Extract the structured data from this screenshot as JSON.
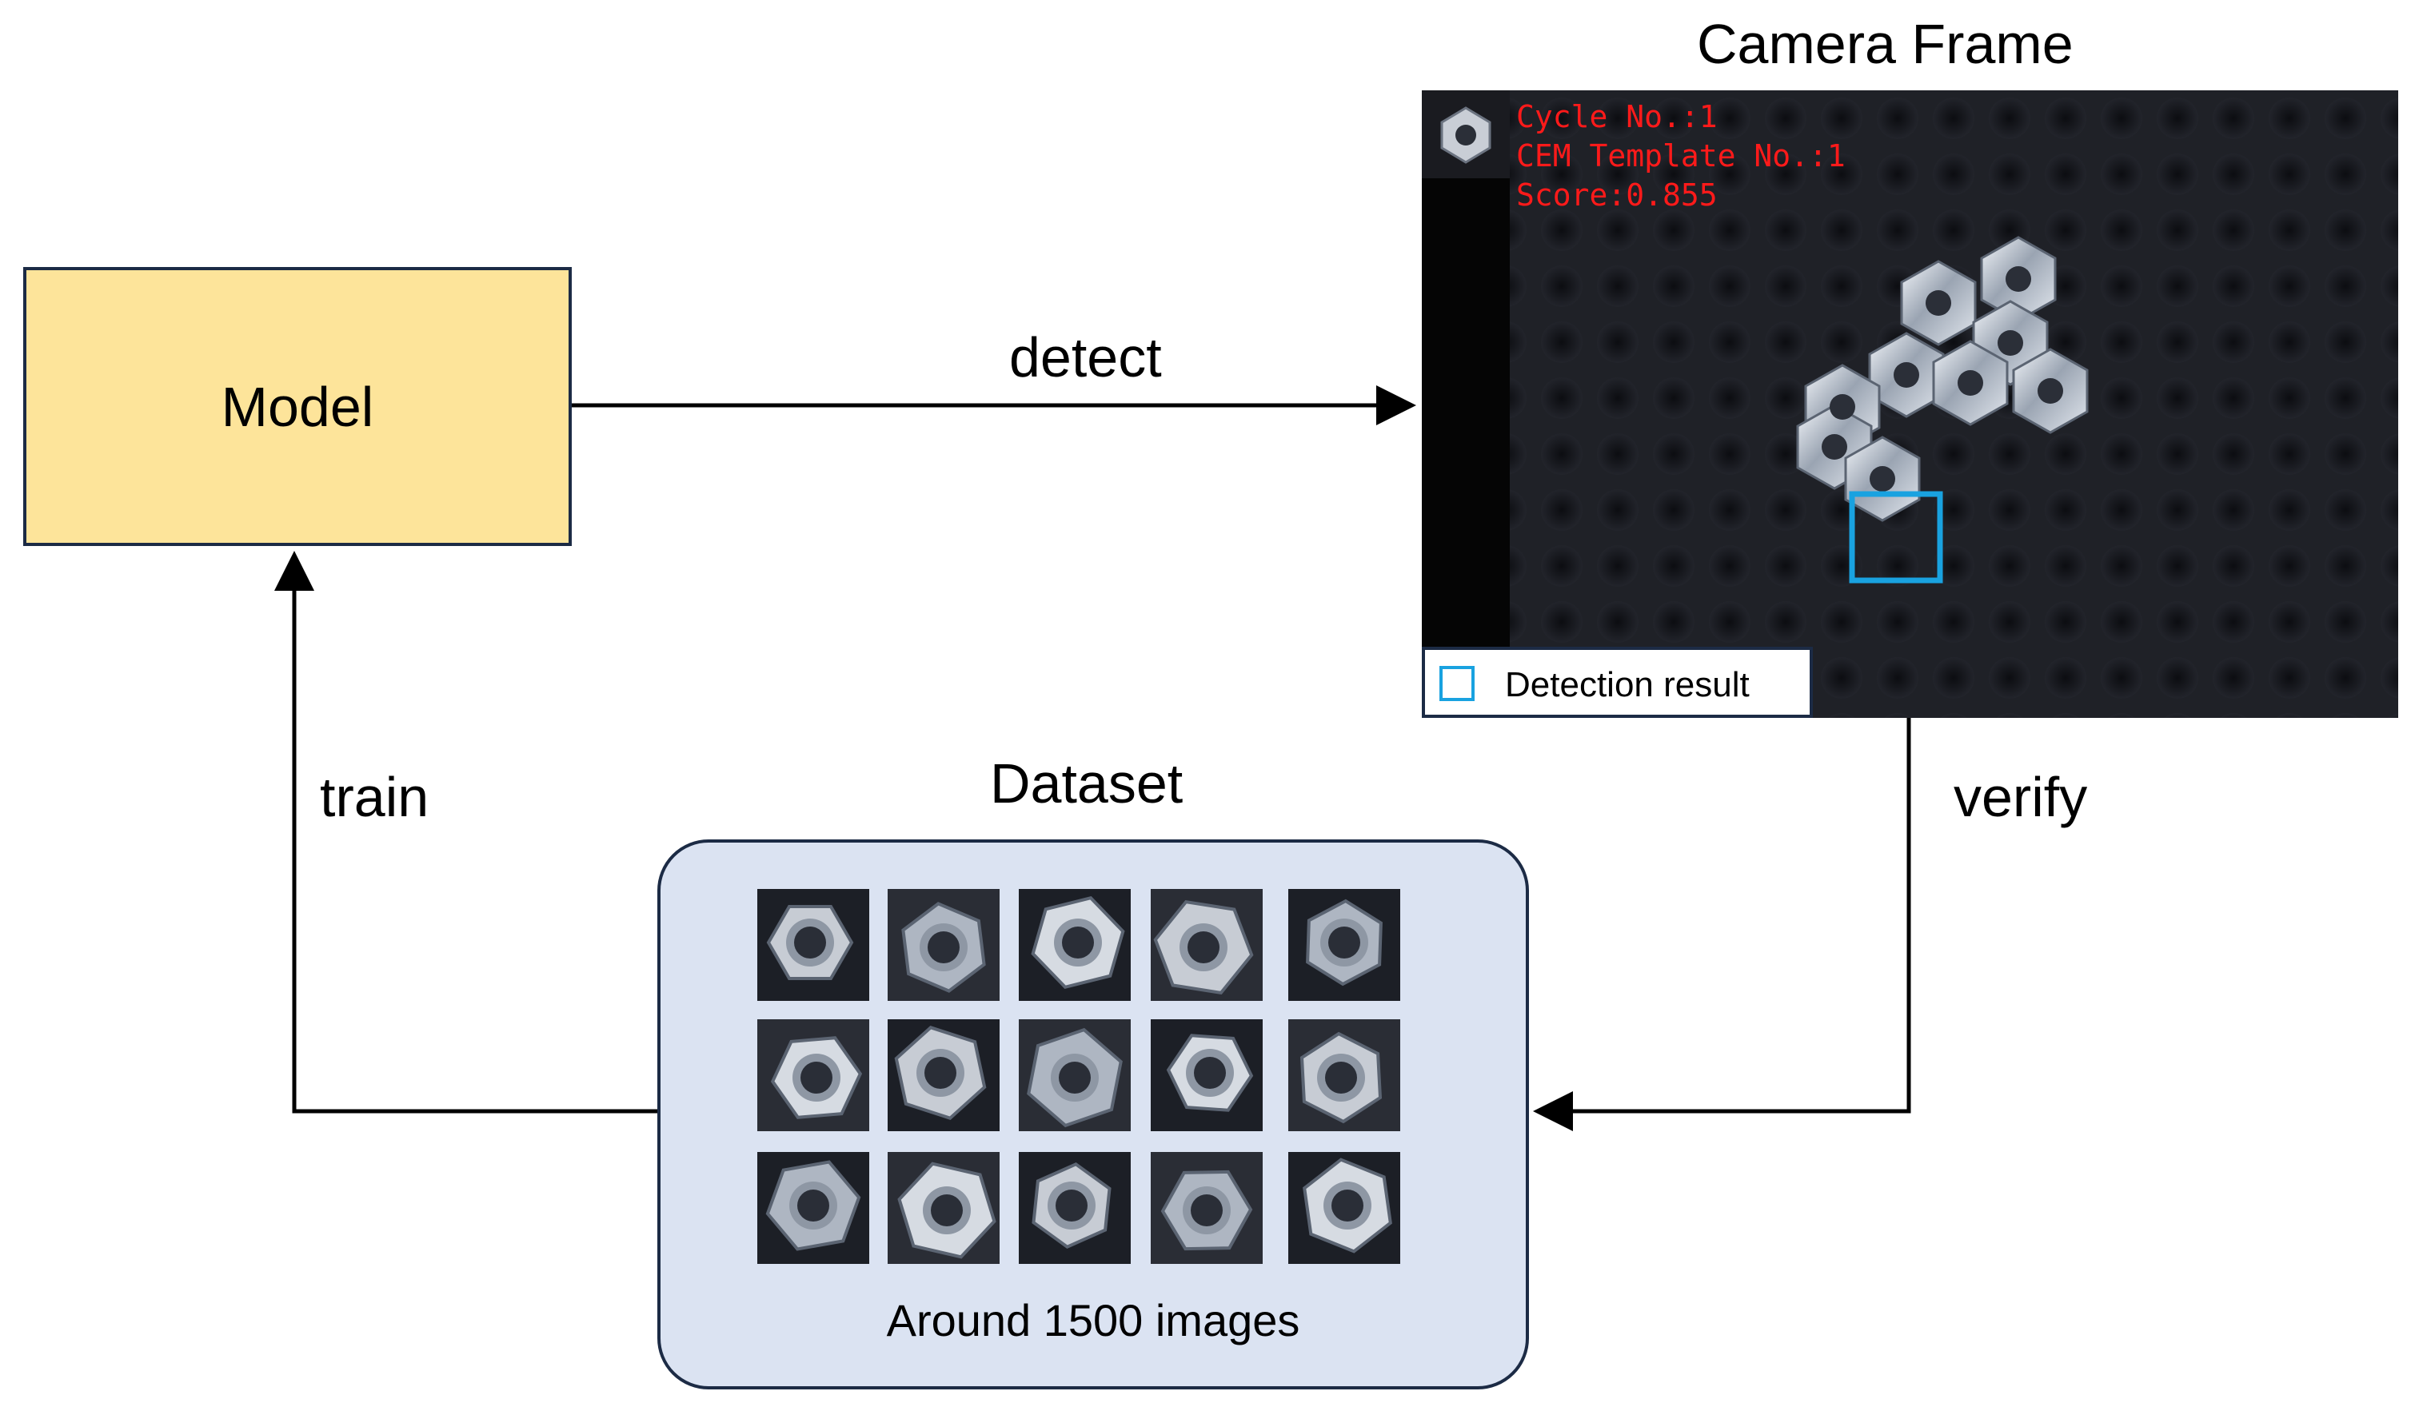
{
  "model": {
    "label": "Model"
  },
  "camera": {
    "title": "Camera Frame",
    "overlay": {
      "cycle": "Cycle No.:1",
      "template": "CEM Template No.:1",
      "score": "Score:0.855"
    },
    "legend": {
      "label": "Detection result"
    }
  },
  "dataset": {
    "title": "Dataset",
    "caption": "Around 1500 images",
    "thumbnail_rows": 3,
    "thumbnail_cols": 5
  },
  "arrows": {
    "detect": "detect",
    "verify": "verify",
    "train": "train"
  },
  "colors": {
    "model_fill": "#fde49a",
    "dataset_fill": "#dbe3f2",
    "box_border": "#1c2b45",
    "detection_box": "#19a2e0",
    "overlay_text": "#ff1a1a"
  }
}
